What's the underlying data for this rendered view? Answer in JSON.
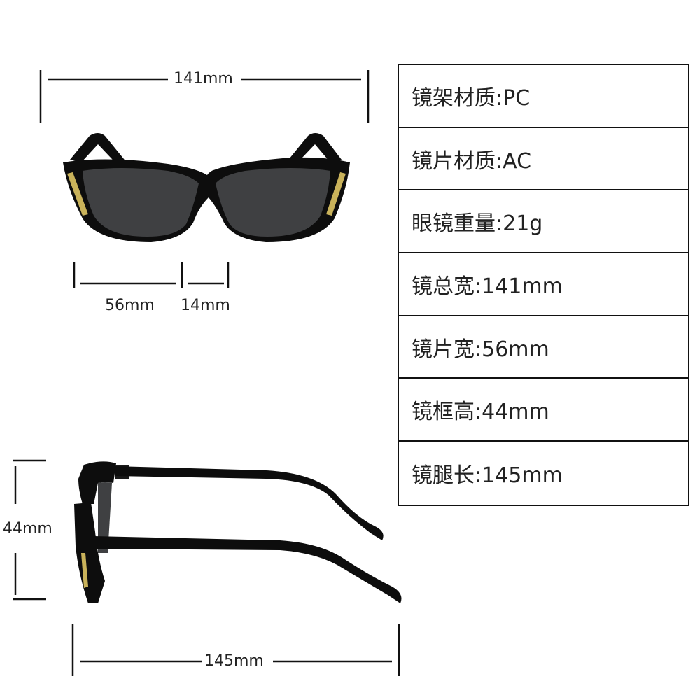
{
  "dimensions": {
    "total_width": "141mm",
    "lens_width": "56mm",
    "bridge_width": "14mm",
    "frame_height": "44mm",
    "temple_length": "145mm"
  },
  "specs": [
    {
      "text": "镜架材质:PC"
    },
    {
      "text": "镜片材质:AC"
    },
    {
      "text": "眼镜重量:21g"
    },
    {
      "text": "镜总宽:141mm"
    },
    {
      "text": "镜片宽:56mm"
    },
    {
      "text": "镜框高:44mm"
    },
    {
      "text": "镜腿长:145mm"
    }
  ],
  "colors": {
    "frame": "#0d0d0d",
    "lens": "#3f4042",
    "accent_gold": "#c9b25a",
    "line": "#111111"
  }
}
